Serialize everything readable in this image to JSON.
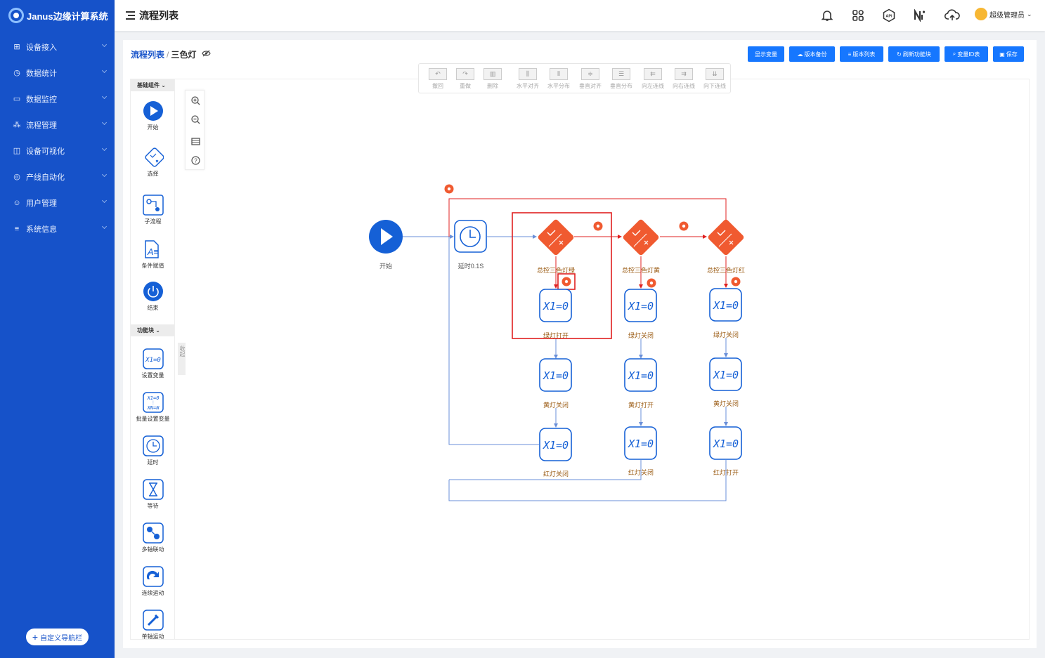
{
  "sidebar": {
    "logo": "Janus边缘计算系统",
    "items": [
      {
        "label": "设备接入",
        "icon": "device-access-icon"
      },
      {
        "label": "数据统计",
        "icon": "clock-icon"
      },
      {
        "label": "数据监控",
        "icon": "monitor-icon"
      },
      {
        "label": "流程管理",
        "icon": "flow-tree-icon"
      },
      {
        "label": "设备可视化",
        "icon": "visual-icon"
      },
      {
        "label": "产线自动化",
        "icon": "target-icon"
      },
      {
        "label": "用户管理",
        "icon": "users-icon"
      },
      {
        "label": "系统信息",
        "icon": "settings-sliders-icon"
      }
    ],
    "custom_nav": "自定义导航栏"
  },
  "header": {
    "title": "流程列表",
    "user": "超级管理员",
    "icons": [
      "bell-icon",
      "apps-icon",
      "api-icon",
      "node-red-icon",
      "cloud-upload-icon"
    ]
  },
  "breadcrumb": {
    "parent": "流程列表",
    "separator": "/",
    "current": "三色灯"
  },
  "toolbar": {
    "buttons": [
      "显示变量",
      "版本备份",
      "版本列表",
      "刷新功能块",
      "变量ID表",
      "保存"
    ]
  },
  "edit_bar": {
    "items": [
      "撤回",
      "重做",
      "删除",
      "水平对齐",
      "水平分布",
      "垂直对齐",
      "垂直分布",
      "向左连线",
      "向右连线",
      "向下连线"
    ]
  },
  "palette": {
    "basic_header": "基础组件",
    "basic": [
      "开始",
      "选择",
      "子流程",
      "条件赋值",
      "结束"
    ],
    "func_header": "功能块",
    "func": [
      "设置变量",
      "批量设置变量",
      "延时",
      "等待",
      "多轴联动",
      "连续运动",
      "单轴运动"
    ],
    "collapse": "收起"
  },
  "flow": {
    "start": "开始",
    "delay": "延时0.1S",
    "decisions": [
      "总控三色灯绿",
      "总控三色灯黄",
      "总控三色灯红"
    ],
    "set_glyph": "X1=0",
    "columns": [
      [
        "绿灯打开",
        "黄灯关闭",
        "红灯关闭"
      ],
      [
        "绿灯关闭",
        "黄灯打开",
        "红灯关闭"
      ],
      [
        "绿灯关闭",
        "黄灯关闭",
        "红灯打开"
      ]
    ]
  },
  "colors": {
    "sidebar": "#1652c9",
    "primary": "#1677ff",
    "decision": "#f05a30",
    "highlight": "#e02020"
  }
}
